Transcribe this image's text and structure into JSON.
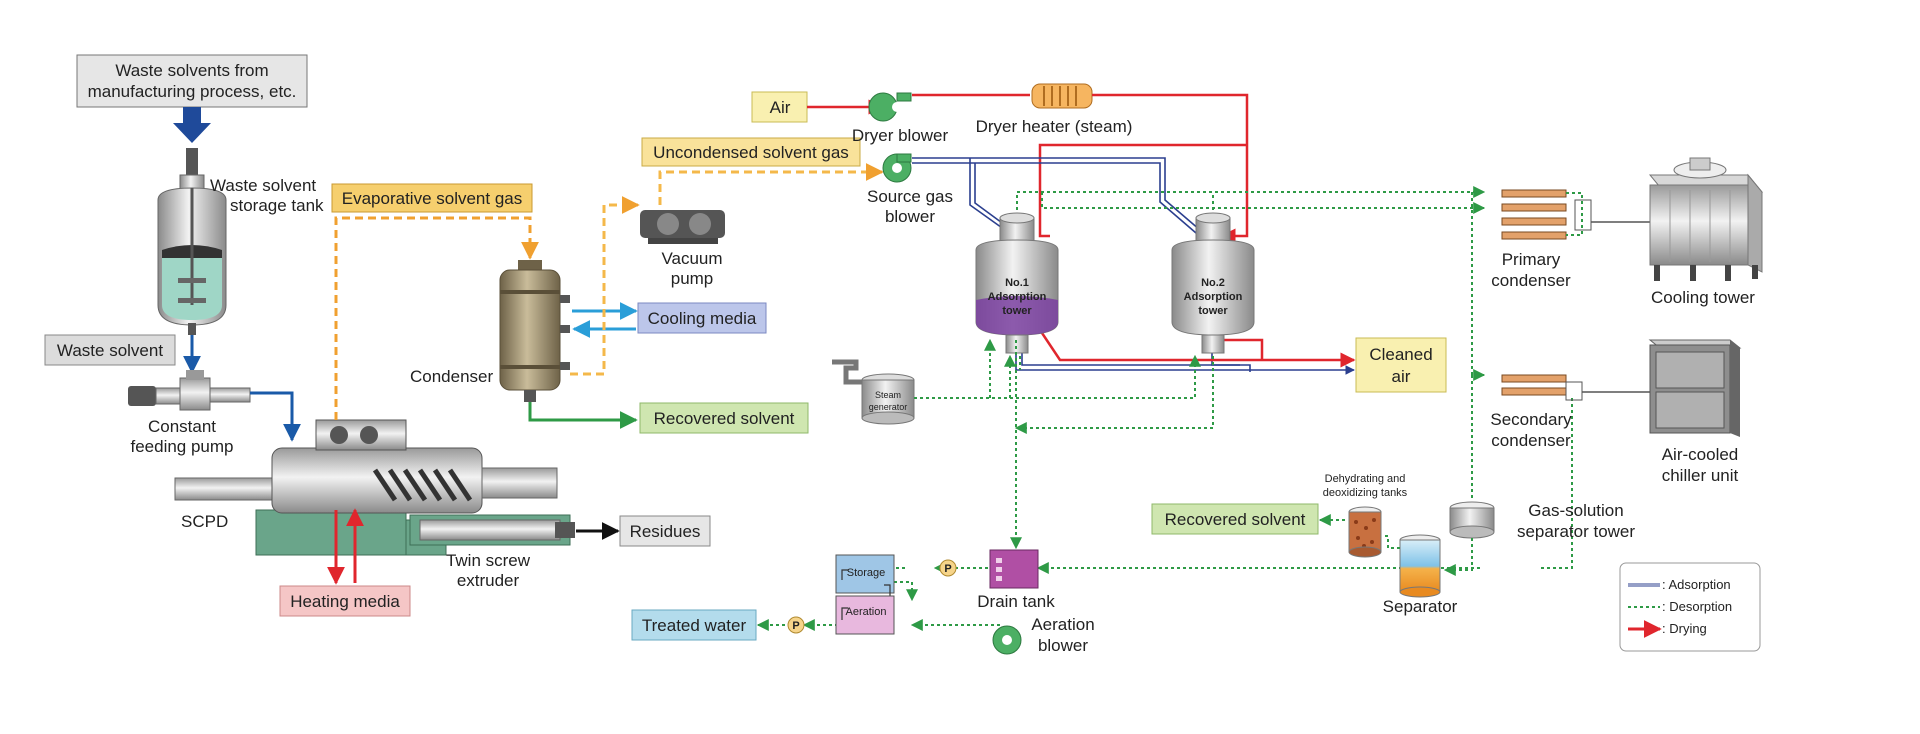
{
  "colors": {
    "adsorption": "#2b3f8f",
    "desorption": "#2e9a46",
    "drying": "#e0262d",
    "evaporative_gas": "#f0a030",
    "uncondensed_gas": "#f4b84a",
    "cooling": "#2a9ed8",
    "feed": "#1a5aa8",
    "residue": "#111111",
    "recovered": "#2e9a46"
  },
  "labels": {
    "waste_solvents_line1": "Waste solvents from",
    "waste_solvents_line2": "manufacturing process, etc.",
    "storage_tank_line1": "Waste solvent",
    "storage_tank_line2": "storage tank",
    "waste_solvent": "Waste solvent",
    "feeding_pump_line1": "Constant",
    "feeding_pump_line2": "feeding pump",
    "scpd": "SCPD",
    "evaporative_gas": "Evaporative solvent gas",
    "heating_media": "Heating media",
    "twin_screw_line1": "Twin screw",
    "twin_screw_line2": "extruder",
    "residues": "Residues",
    "condenser": "Condenser",
    "vacuum_pump_line1": "Vacuum",
    "vacuum_pump_line2": "pump",
    "cooling_media": "Cooling media",
    "recovered_solvent_1": "Recovered solvent",
    "uncondensed_gas": "Uncondensed solvent gas",
    "air": "Air",
    "dryer_blower": "Dryer blower",
    "dryer_heater": "Dryer heater (steam)",
    "source_gas_blower_line1": "Source gas",
    "source_gas_blower_line2": "blower",
    "tower1_line1": "No.1",
    "tower1_line2": "Adsorption",
    "tower1_line3": "tower",
    "tower2_line1": "No.2",
    "tower2_line2": "Adsorption",
    "tower2_line3": "tower",
    "cleaned_air_line1": "Cleaned",
    "cleaned_air_line2": "air",
    "steam_generator_line1": "Steam",
    "steam_generator_line2": "generator",
    "primary_condenser_line1": "Primary",
    "primary_condenser_line2": "condenser",
    "cooling_tower": "Cooling tower",
    "secondary_condenser_line1": "Secondary",
    "secondary_condenser_line2": "condenser",
    "chiller_line1": "Air-cooled",
    "chiller_line2": "chiller unit",
    "dehydrating_line1": "Dehydrating and",
    "dehydrating_line2": "deoxidizing tanks",
    "recovered_solvent_2": "Recovered solvent",
    "gas_solution_line1": "Gas-solution",
    "gas_solution_line2": "separator tower",
    "separator": "Separator",
    "drain_tank": "Drain tank",
    "storage": "Storage",
    "aeration": "Aeration",
    "aeration_blower_line1": "Aeration",
    "aeration_blower_line2": "blower",
    "treated_water": "Treated water",
    "pump_symbol": "P"
  },
  "legend": {
    "adsorption": ": Adsorption",
    "desorption": ": Desorption",
    "drying": ": Drying"
  }
}
